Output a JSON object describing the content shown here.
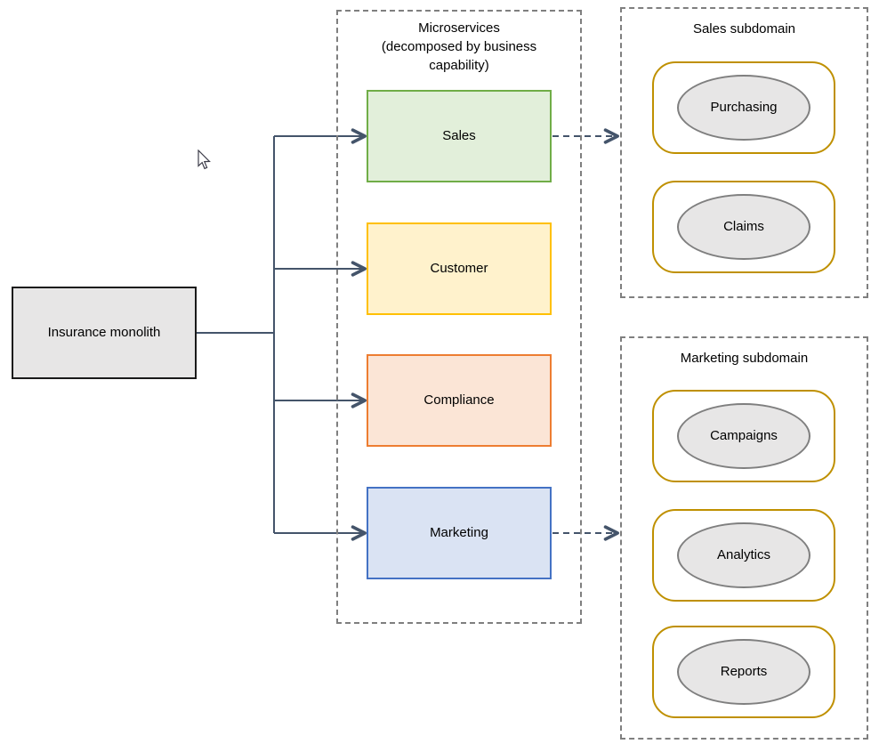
{
  "diagram": {
    "monolith": {
      "label": "Insurance monolith",
      "fill": "#E7E6E6",
      "border": "#1A1A1A"
    },
    "microservices": {
      "title_lines": [
        "Microservices",
        "(decomposed by business",
        "capability)"
      ],
      "services": [
        {
          "label": "Sales",
          "fill": "#E2EFDA",
          "border": "#70AD47"
        },
        {
          "label": "Customer",
          "fill": "#FFF2CC",
          "border": "#FFC000"
        },
        {
          "label": "Compliance",
          "fill": "#FBE5D6",
          "border": "#ED7D31"
        },
        {
          "label": "Marketing",
          "fill": "#DAE3F3",
          "border": "#4472C4"
        }
      ]
    },
    "subdomains": [
      {
        "title": "Sales subdomain",
        "capabilities": [
          "Purchasing",
          "Claims"
        ]
      },
      {
        "title": "Marketing subdomain",
        "capabilities": [
          "Campaigns",
          "Analytics",
          "Reports"
        ]
      }
    ],
    "colors": {
      "connector": "#44546A",
      "group_border": "#7F7F7F",
      "capability_card_border": "#BF9000",
      "capability_ellipse_fill": "#E7E6E6",
      "capability_ellipse_border": "#7F7F7F"
    }
  }
}
